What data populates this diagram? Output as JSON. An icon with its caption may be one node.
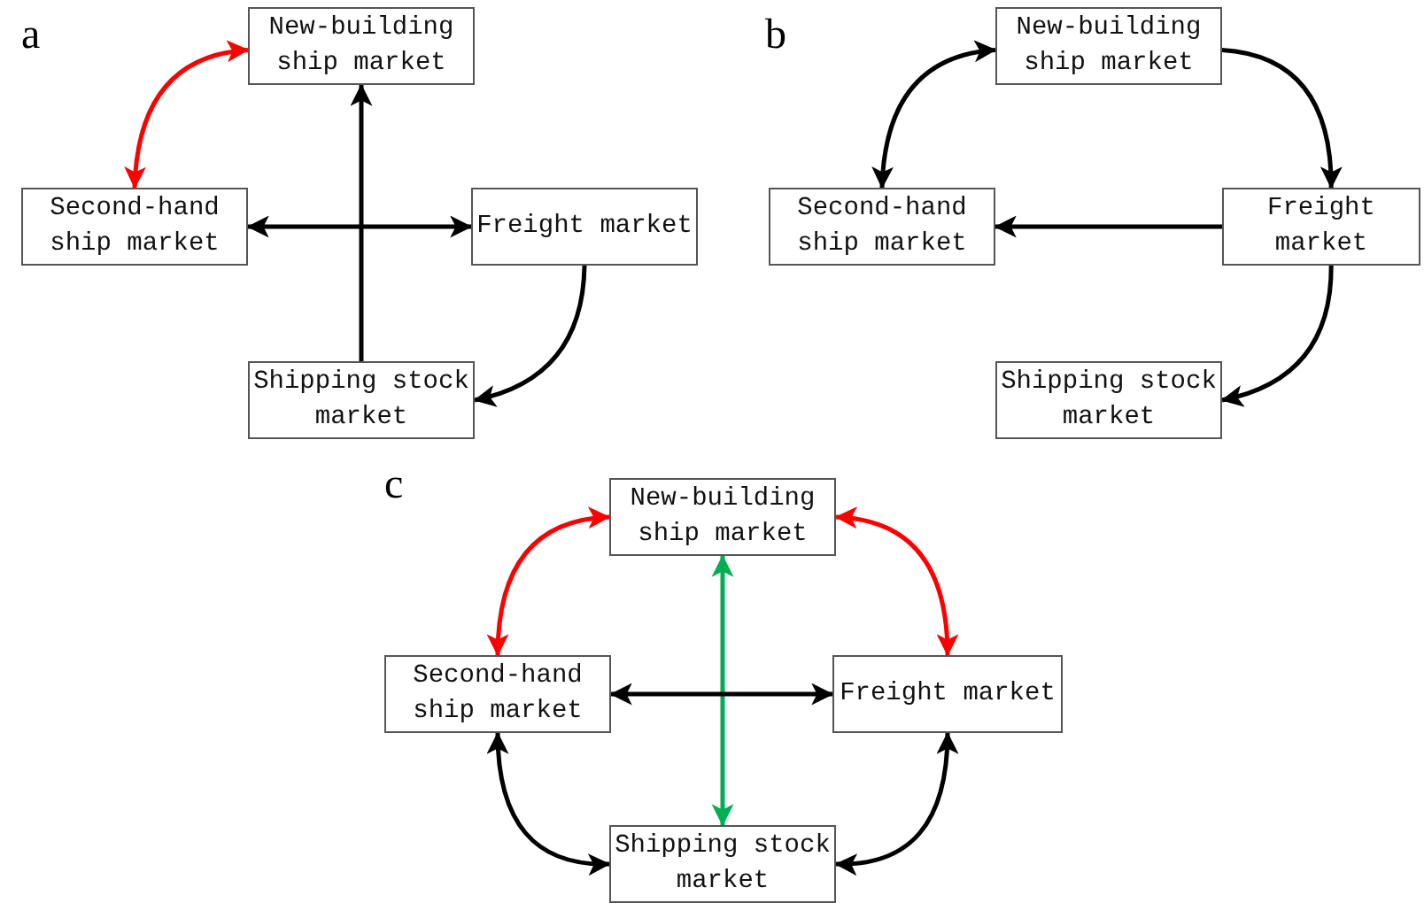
{
  "diagram": {
    "nodes": [
      {
        "text": [
          "New-building ship market"
        ]
      },
      {
        "text": [
          "Second-hand ship market"
        ]
      },
      {
        "text": [
          "Freight market"
        ]
      },
      {
        "text": [
          "Shipping stock market"
        ]
      },
      {
        "text": [
          "New-building ship market"
        ]
      },
      {
        "text": [
          "Second-hand ship market"
        ]
      },
      {
        "text": [
          "Freight market"
        ]
      },
      {
        "text": [
          "Shipping stock market"
        ]
      },
      {
        "text": [
          "New-building ship market"
        ]
      },
      {
        "text": [
          "Second-hand ship market"
        ]
      },
      {
        "text": [
          "Freight market"
        ]
      },
      {
        "text": [
          "Shipping stock market"
        ]
      }
    ],
    "edges": [
      {
        "from": 1,
        "to": 0,
        "arrow": "both",
        "color": "#ff0000"
      },
      {
        "from": 3,
        "to": 0,
        "arrow": "to"
      },
      {
        "from": 1,
        "to": 2,
        "arrow": "both"
      },
      {
        "from": 2,
        "to": 3,
        "arrow": "to"
      },
      {
        "from": 4,
        "to": 5,
        "arrow": "both"
      },
      {
        "from": 4,
        "to": 6,
        "arrow": "to"
      },
      {
        "from": 6,
        "to": 5,
        "arrow": "to"
      },
      {
        "from": 6,
        "to": 7,
        "arrow": "to"
      },
      {
        "from": 9,
        "to": 8,
        "arrow": "both",
        "color": "#ff0000"
      },
      {
        "from": 8,
        "to": 10,
        "arrow": "both",
        "color": "#ff0000"
      },
      {
        "from": 11,
        "to": 8,
        "arrow": "both",
        "color": "#00b050"
      },
      {
        "from": 9,
        "to": 10,
        "arrow": "both"
      },
      {
        "from": 9,
        "to": 11,
        "arrow": "both"
      },
      {
        "from": 10,
        "to": 11,
        "arrow": "both"
      }
    ],
    "labels": [
      "a",
      "b",
      "c"
    ]
  }
}
